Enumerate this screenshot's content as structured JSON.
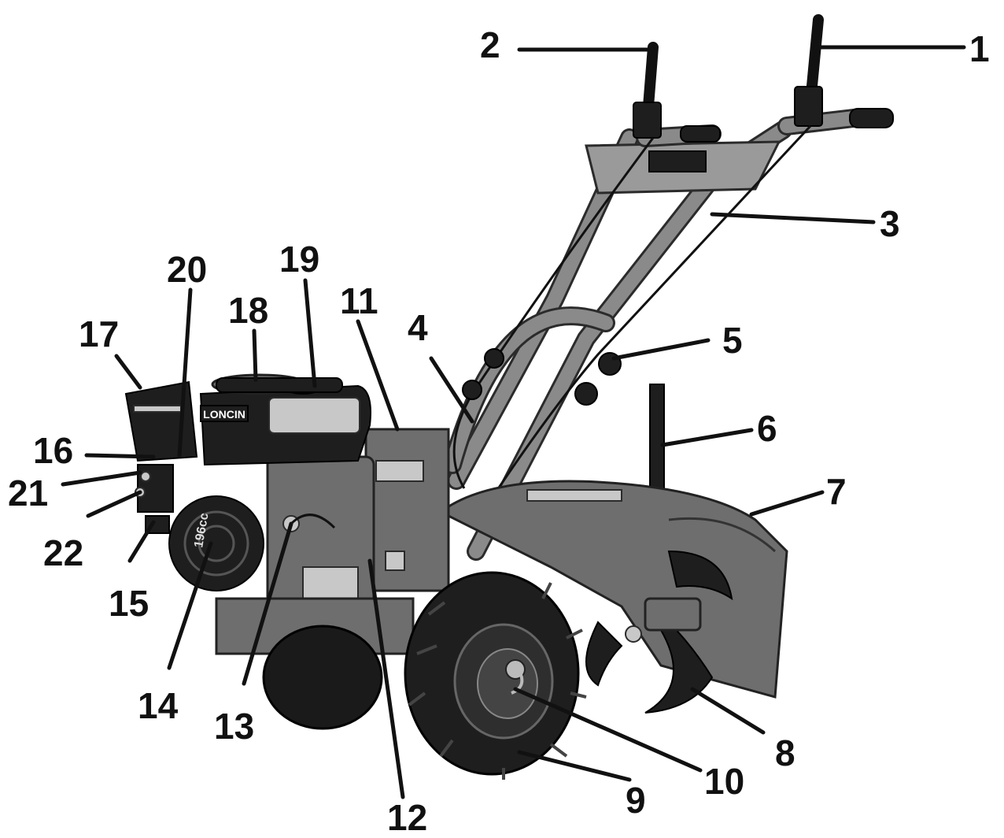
{
  "diagram": {
    "labels": [
      {
        "id": "1",
        "text": "1"
      },
      {
        "id": "2",
        "text": "2"
      },
      {
        "id": "3",
        "text": "3"
      },
      {
        "id": "4",
        "text": "4"
      },
      {
        "id": "5",
        "text": "5"
      },
      {
        "id": "6",
        "text": "6"
      },
      {
        "id": "7",
        "text": "7"
      },
      {
        "id": "8",
        "text": "8"
      },
      {
        "id": "9",
        "text": "9"
      },
      {
        "id": "10",
        "text": "10"
      },
      {
        "id": "11",
        "text": "11"
      },
      {
        "id": "12",
        "text": "12"
      },
      {
        "id": "13",
        "text": "13"
      },
      {
        "id": "14",
        "text": "14"
      },
      {
        "id": "15",
        "text": "15"
      },
      {
        "id": "16",
        "text": "16"
      },
      {
        "id": "17",
        "text": "17"
      },
      {
        "id": "18",
        "text": "18"
      },
      {
        "id": "19",
        "text": "19"
      },
      {
        "id": "20",
        "text": "20"
      },
      {
        "id": "21",
        "text": "21"
      },
      {
        "id": "22",
        "text": "22"
      }
    ],
    "engine_badge": "LONCIN",
    "engine_displacement": "196cc"
  }
}
